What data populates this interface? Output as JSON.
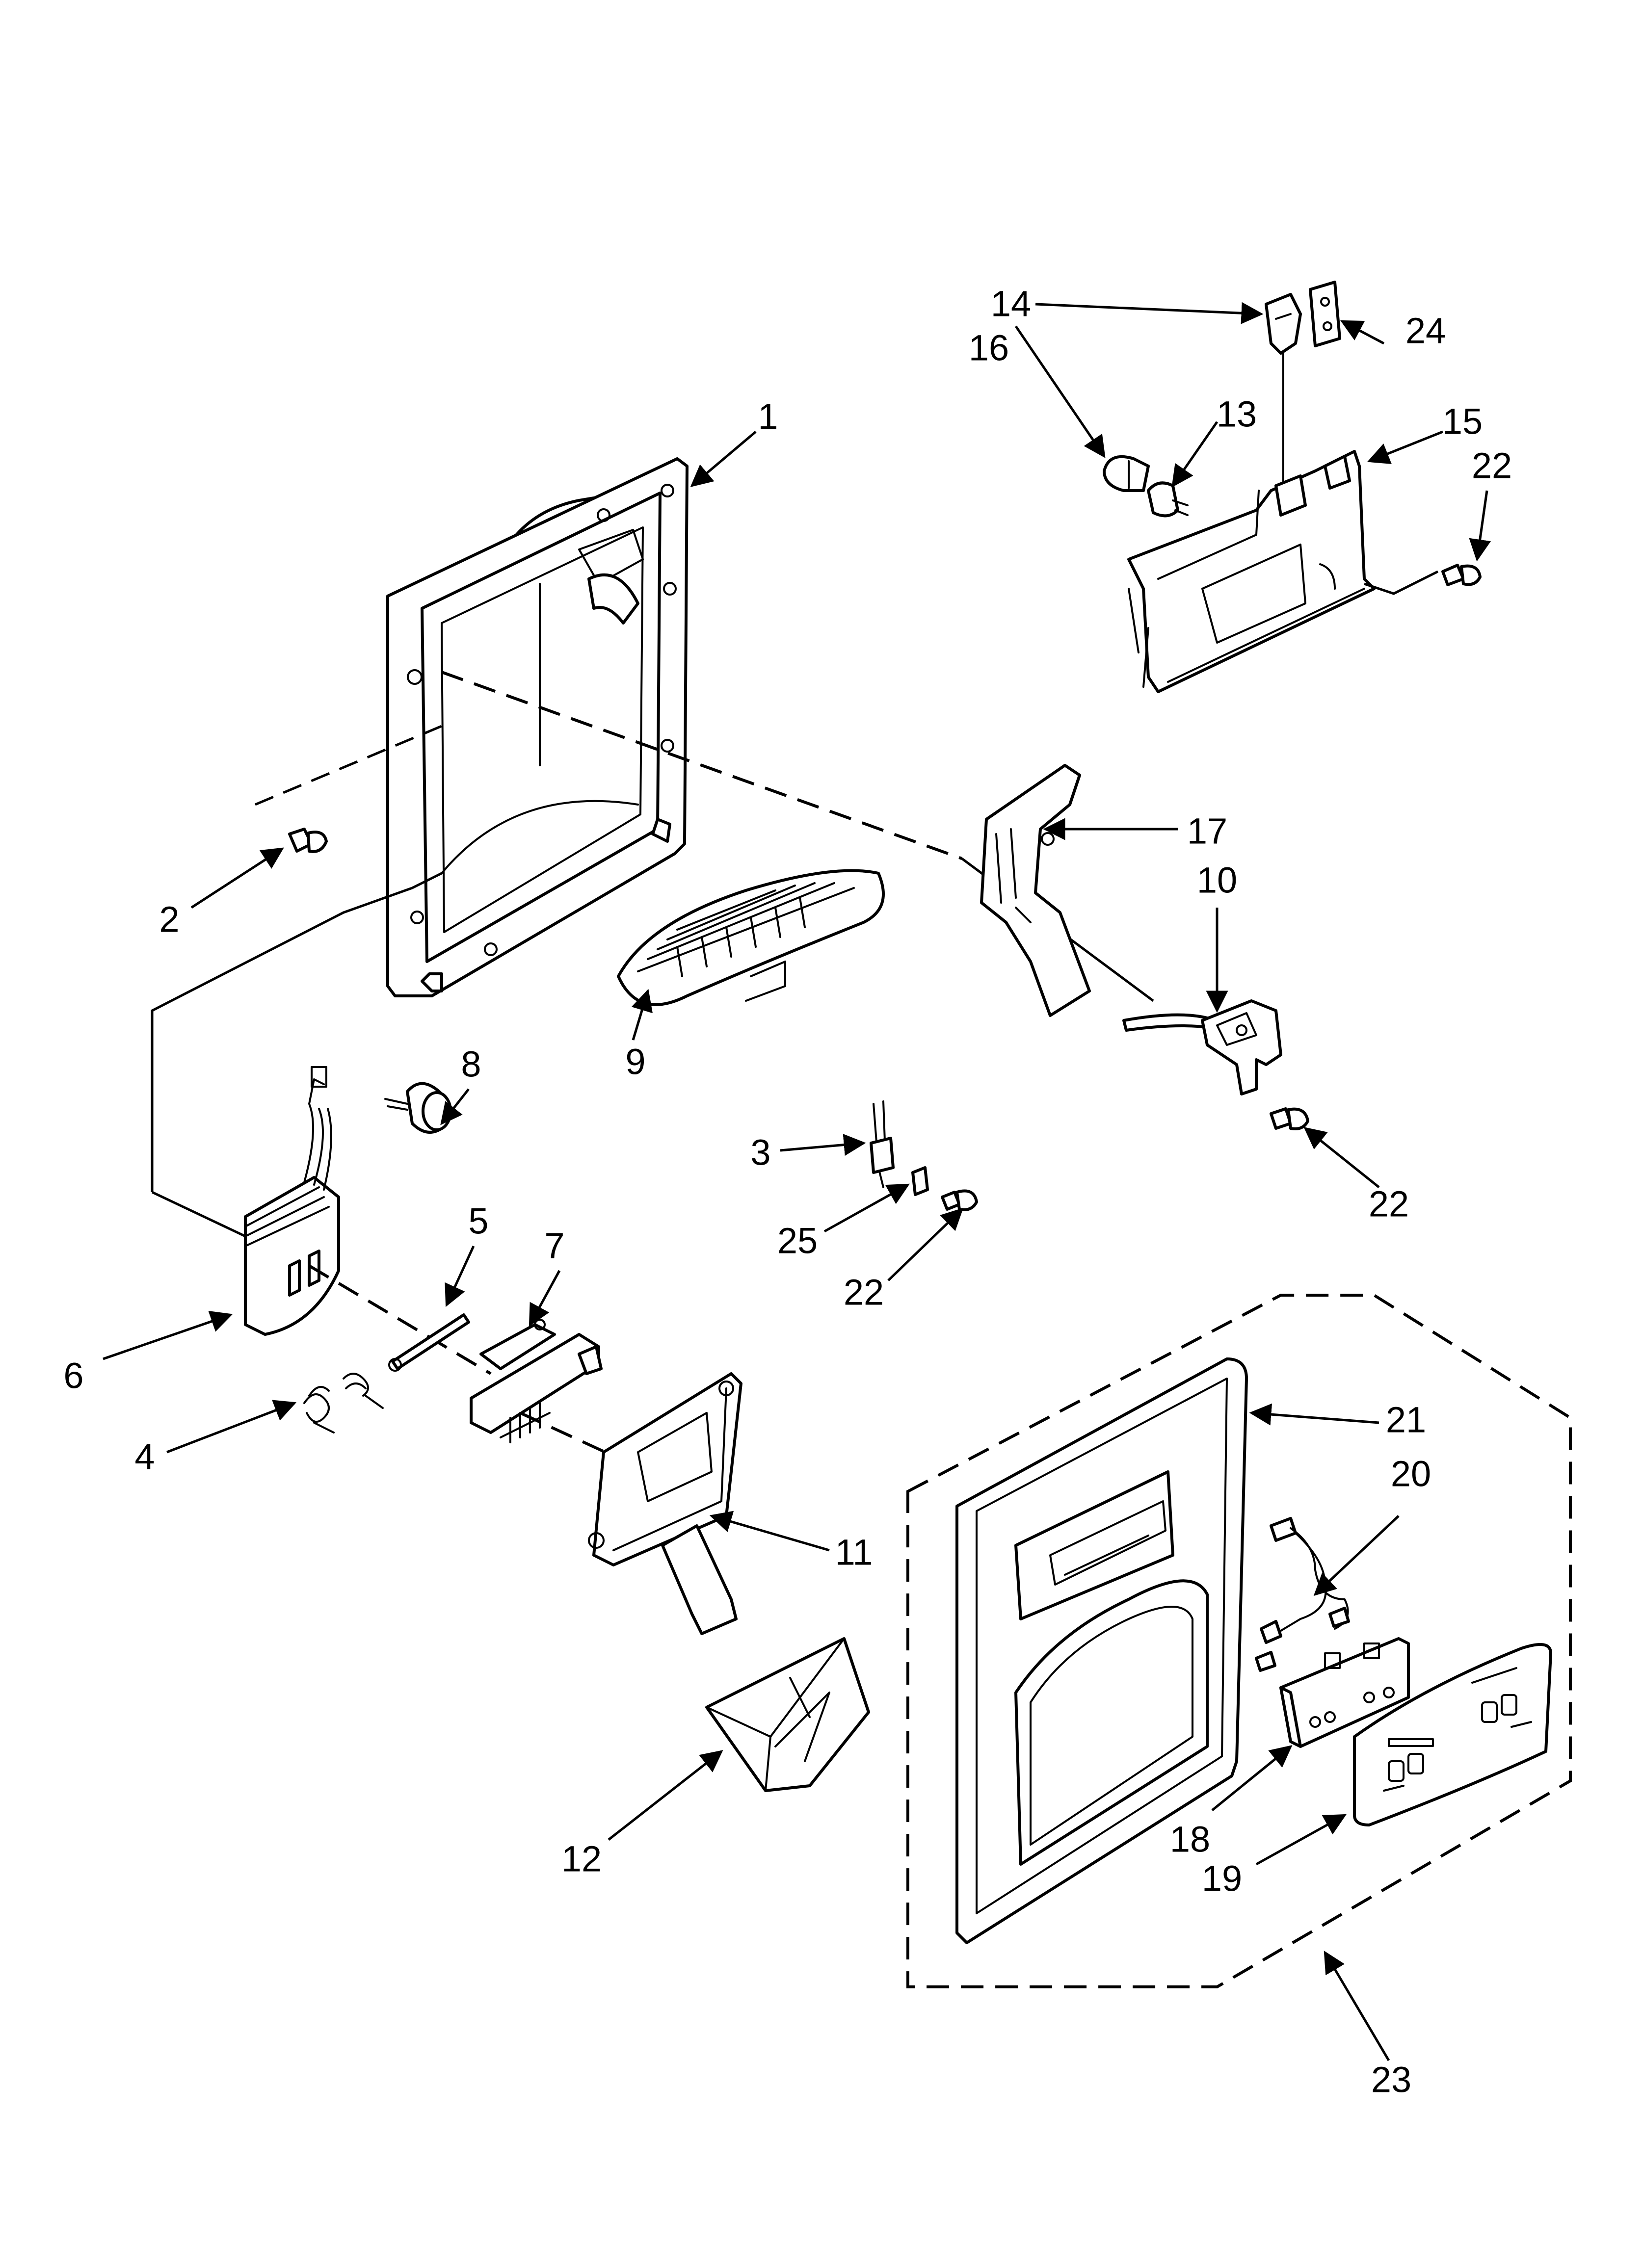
{
  "diagram": {
    "type": "exploded-parts-diagram",
    "callouts": [
      {
        "id": "1",
        "label": "1"
      },
      {
        "id": "2",
        "label": "2"
      },
      {
        "id": "3",
        "label": "3"
      },
      {
        "id": "4",
        "label": "4"
      },
      {
        "id": "5",
        "label": "5"
      },
      {
        "id": "6",
        "label": "6"
      },
      {
        "id": "7",
        "label": "7"
      },
      {
        "id": "8",
        "label": "8"
      },
      {
        "id": "9",
        "label": "9"
      },
      {
        "id": "10",
        "label": "10"
      },
      {
        "id": "11",
        "label": "11"
      },
      {
        "id": "12",
        "label": "12"
      },
      {
        "id": "13",
        "label": "13"
      },
      {
        "id": "14",
        "label": "14"
      },
      {
        "id": "15",
        "label": "15"
      },
      {
        "id": "16",
        "label": "16"
      },
      {
        "id": "17",
        "label": "17"
      },
      {
        "id": "18",
        "label": "18"
      },
      {
        "id": "19",
        "label": "19"
      },
      {
        "id": "20",
        "label": "20"
      },
      {
        "id": "21",
        "label": "21"
      },
      {
        "id": "22a",
        "label": "22"
      },
      {
        "id": "22b",
        "label": "22"
      },
      {
        "id": "22c",
        "label": "22"
      },
      {
        "id": "23",
        "label": "23"
      },
      {
        "id": "24",
        "label": "24"
      },
      {
        "id": "25",
        "label": "25"
      }
    ]
  }
}
